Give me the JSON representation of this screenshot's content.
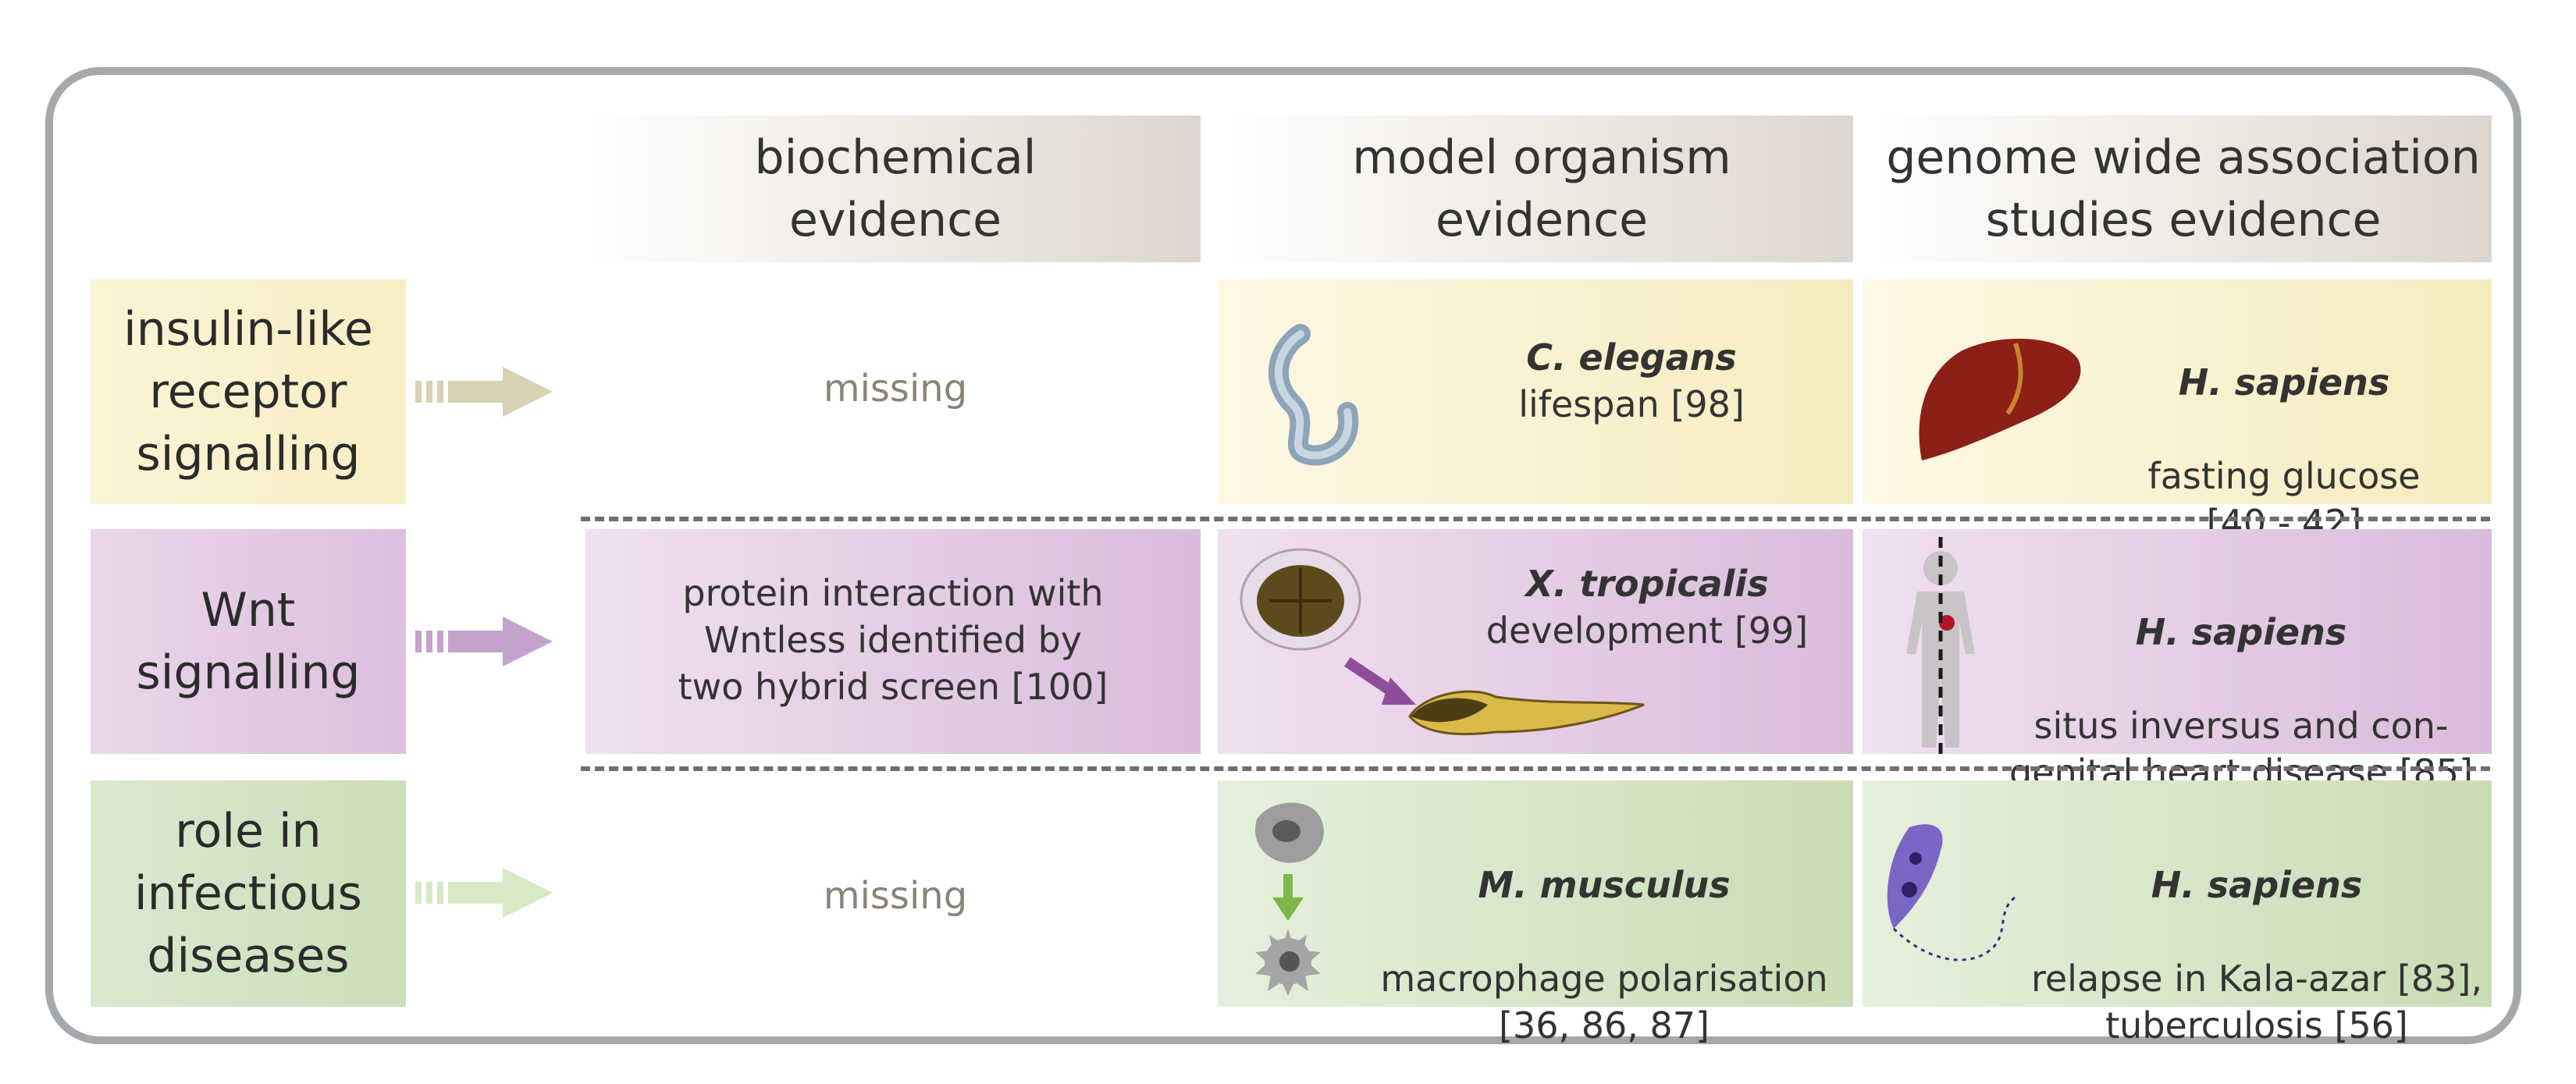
{
  "columns": {
    "biochemical": "biochemical\nevidence",
    "model": "model organism\nevidence",
    "gwas": "genome wide association\nstudies evidence"
  },
  "rows": [
    {
      "label": "insulin-like\nreceptor\nsignalling",
      "color": "#f8eec4",
      "biochemical": "missing",
      "model_species": "C. elegans",
      "model_text": "lifespan [98]",
      "gwas_species": "H. sapiens",
      "gwas_text": "fasting glucose\n[40 - 42]"
    },
    {
      "label": "Wnt\nsignalling",
      "color": "#dcc0de",
      "biochemical": "protein interaction with\nWntless identified by\ntwo hybrid screen [100]",
      "model_species": "X. tropicalis",
      "model_text": "development [99]",
      "gwas_species": "H. sapiens",
      "gwas_text": "situs inversus and con-\ngenital heart disease [85]"
    },
    {
      "label": "role in\ninfectious\ndiseases",
      "color": "#cadfb9",
      "biochemical": "missing",
      "model_species": "M. musculus",
      "model_text": "macrophage polarisation\n[36, 86, 87]",
      "gwas_species": "H. sapiens",
      "gwas_text": "relapse in Kala-azar [83],\ntuberculosis [56]"
    }
  ],
  "icons": {
    "worm": "c-elegans-worm-icon",
    "liver": "liver-icon",
    "frog": "xenopus-embryo-tadpole-icon",
    "human": "human-body-heart-icon",
    "macrophage": "macrophage-cell-icon",
    "parasite": "leishmania-parasite-icon"
  }
}
